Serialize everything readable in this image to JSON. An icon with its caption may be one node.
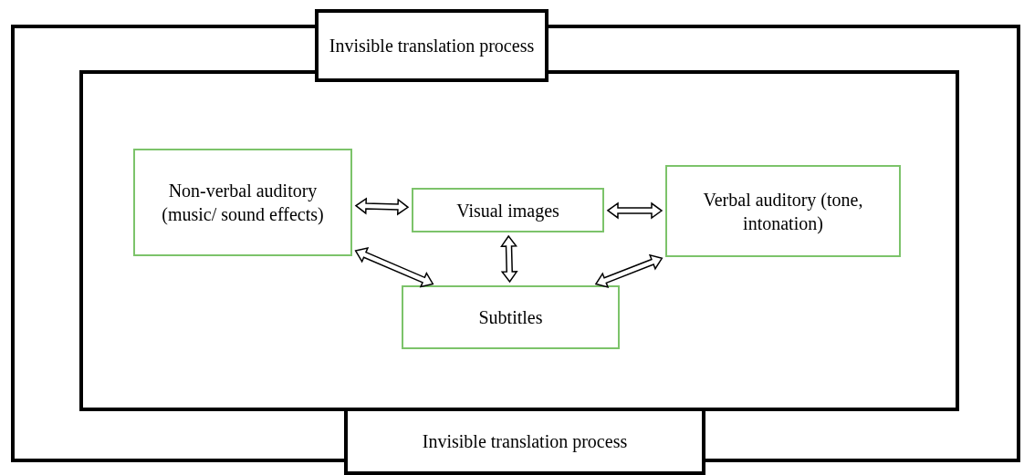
{
  "diagram": {
    "nodes": [
      {
        "text": [],
        "shape": "box"
      },
      {
        "text": [
          "Invisible translation process"
        ]
      },
      {
        "text": [],
        "shape": "box",
        "in": 0
      },
      {
        "text": [
          "Non-verbal auditory (music/ sound effects)"
        ],
        "in": 2
      },
      {
        "text": [
          "Visual images"
        ],
        "in": 2
      },
      {
        "text": [
          "Verbal auditory (tone, intonation)"
        ],
        "in": 2
      },
      {
        "text": [
          "Subtitles"
        ],
        "in": 2
      },
      {
        "text": [
          "Invisible translation process"
        ]
      }
    ],
    "edges": [
      {
        "from": 3,
        "to": 4,
        "arrow": "both"
      },
      {
        "from": 4,
        "to": 5,
        "arrow": "both"
      },
      {
        "from": 4,
        "to": 6,
        "arrow": "both"
      },
      {
        "from": 3,
        "to": 6,
        "arrow": "both"
      },
      {
        "from": 5,
        "to": 6,
        "arrow": "both"
      }
    ]
  }
}
